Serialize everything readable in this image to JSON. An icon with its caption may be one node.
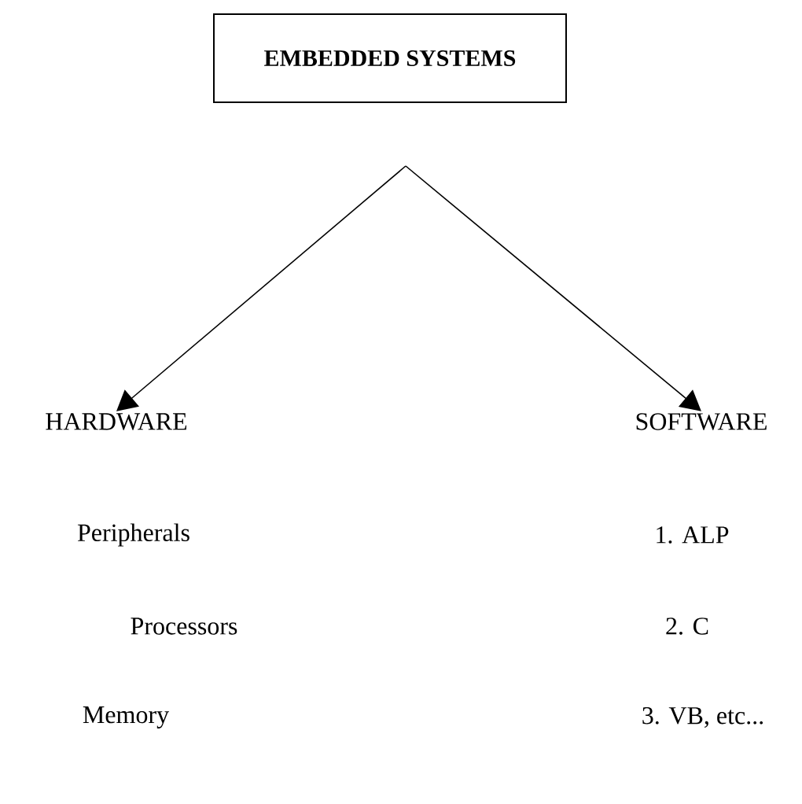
{
  "diagram": {
    "nodes": [
      {
        "text": [
          "EMBEDDED SYSTEMS"
        ]
      },
      {
        "text": [
          "HARDWARE"
        ]
      },
      {
        "text": [
          "SOFTWARE"
        ]
      }
    ],
    "edges": [
      {
        "from": 0,
        "to": 1,
        "arrow": "to"
      },
      {
        "from": 0,
        "to": 2,
        "arrow": "to"
      }
    ],
    "labels": [
      "Peripherals",
      "1. ALP",
      "Processors",
      "2. C",
      "Memory",
      "3. VB, etc..."
    ]
  }
}
